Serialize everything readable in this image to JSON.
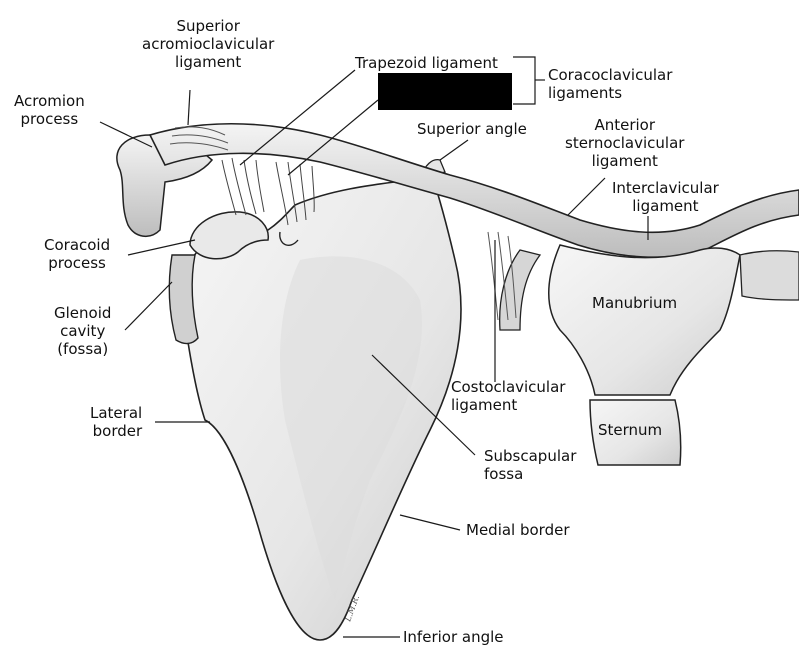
{
  "colors": {
    "bone": "#ececec",
    "bone_shade": "#cfcfcf",
    "ink": "#1a1a1a",
    "redaction": "#000000"
  },
  "labels": {
    "superior_acromioclavicular": [
      "Superior",
      "acromioclavicular",
      "ligament"
    ],
    "acromion": [
      "Acromion",
      "process"
    ],
    "trapezoid": [
      "Trapezoid ligament"
    ],
    "coracoclavicular": [
      "Coracoclavicular",
      "ligaments"
    ],
    "superior_angle": [
      "Superior angle"
    ],
    "anterior_sternoclavicular": [
      "Anterior",
      "sternoclavicular",
      "ligament"
    ],
    "interclavicular": [
      "Interclavicular",
      "ligament"
    ],
    "coracoid": [
      "Coracoid",
      "process"
    ],
    "glenoid": [
      "Glenoid",
      "cavity",
      "(fossa)"
    ],
    "manubrium": [
      "Manubrium"
    ],
    "costoclavicular": [
      "Costoclavicular",
      "ligament"
    ],
    "lateral_border": [
      "Lateral",
      "border"
    ],
    "sternum": [
      "Sternum"
    ],
    "subscapular": [
      "Subscapular",
      "fossa"
    ],
    "medial_border": [
      "Medial border"
    ],
    "inferior_angle": [
      "Inferior angle"
    ]
  },
  "signature": "L.M.R."
}
